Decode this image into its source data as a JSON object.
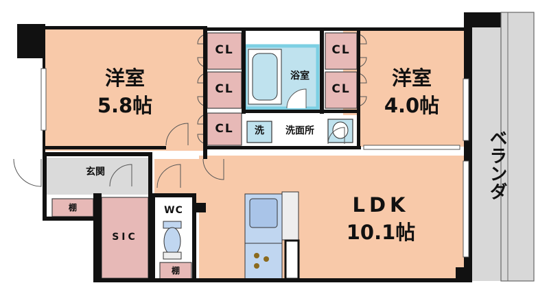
{
  "rooms": {
    "western_left": {
      "name": "洋室",
      "size": "5.8帖"
    },
    "western_right": {
      "name": "洋室",
      "size": "4.0帖"
    },
    "ldk": {
      "name": "LDK",
      "size": "10.1帖"
    },
    "bath": "浴室",
    "washroom": "洗面所",
    "washer": "洗",
    "entrance": "玄関",
    "wc": "WC",
    "sic": "SIC",
    "shelf_entrance": "棚",
    "shelf_wc": "棚",
    "balcony": "ベランダ"
  },
  "closets": [
    "CL",
    "CL",
    "CL",
    "CL",
    "CL",
    "CL"
  ],
  "colors": {
    "room": "#f8c9a9",
    "closet": "#e7b9b7",
    "wet_area": "#ffffff",
    "entrance": "#dadada",
    "balcony": "#d8d8d8",
    "bath_fill": "#bfe2ee",
    "bath_frame": "#7ccfe3",
    "kitchen": "#c0d6f0",
    "wall": "#111111"
  }
}
